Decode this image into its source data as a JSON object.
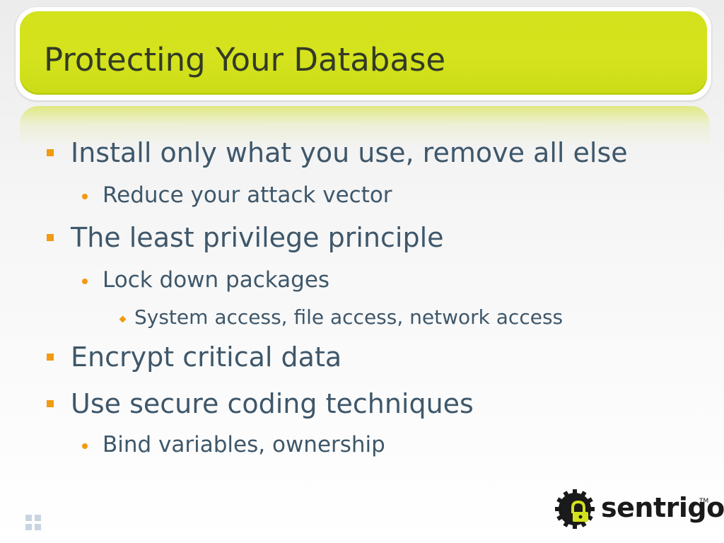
{
  "slide": {
    "title": "Protecting Your Database",
    "bullets": [
      {
        "level": 1,
        "text": "Install only what you use, remove all else"
      },
      {
        "level": 2,
        "text": "Reduce your attack vector"
      },
      {
        "level": 1,
        "text": "The least privilege principle"
      },
      {
        "level": 2,
        "text": "Lock down packages"
      },
      {
        "level": 3,
        "text": "System access, file access, network access"
      },
      {
        "level": 1,
        "text": "Encrypt critical data"
      },
      {
        "level": 1,
        "text": "Use secure coding techniques"
      },
      {
        "level": 2,
        "text": "Bind variables, ownership"
      }
    ]
  },
  "logo": {
    "text": "sentrigo",
    "tm": "TM",
    "icon": "gear-lock-icon"
  },
  "decor": {
    "corner_icon": "grid-dots-icon"
  },
  "colors": {
    "title_bg": "#d3e21c",
    "title_text": "#333a26",
    "body_text": "#3e576a",
    "bullet": "#f29a12",
    "logo_dark": "#1a1a1a",
    "logo_accent": "#d3e21c"
  }
}
